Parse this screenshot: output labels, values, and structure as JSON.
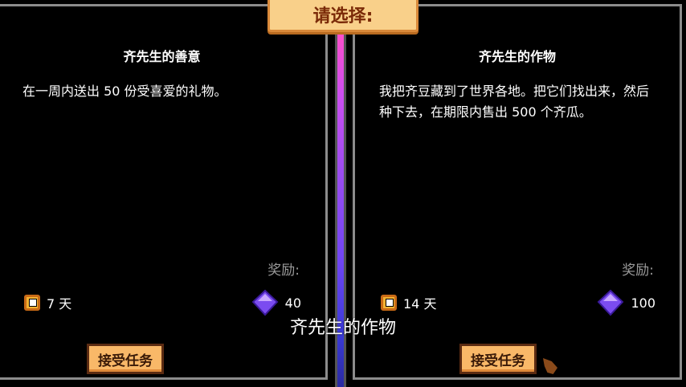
{
  "header": {
    "title": "请选择:"
  },
  "quests": [
    {
      "title": "齐先生的善意",
      "description": "在一周内送出 50 份受喜爱的礼物。",
      "reward_label": "奖励:",
      "duration": "7 天",
      "reward_amount": "40",
      "button": "接受任务"
    },
    {
      "title": "齐先生的作物",
      "description": "我把齐豆藏到了世界各地。把它们找出来，然后种下去，在期限内售出 500 个齐瓜。",
      "reward_label": "奖励:",
      "duration": "14 天",
      "reward_amount": "100",
      "button": "接受任务"
    }
  ],
  "subtitle": "齐先生的作物",
  "icons": {
    "duration": "clock-icon",
    "reward": "qi-gem-icon"
  },
  "colors": {
    "banner": "#f9d08a",
    "button": "#f9b868",
    "gem": "#8a5cf0"
  }
}
